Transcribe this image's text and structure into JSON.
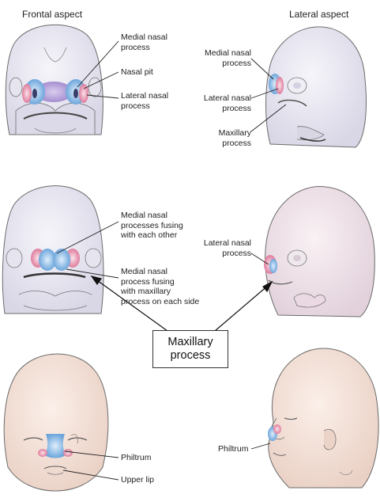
{
  "headers": {
    "frontal": "Frontal aspect",
    "lateral": "Lateral aspect"
  },
  "labels": {
    "r1_medial_nasal": "Medial nasal\nprocess",
    "r1_nasal_pit": "Nasal pit",
    "r1_lateral_nasal": "Lateral nasal\nprocess",
    "r1_lat_medial_nasal": "Medial nasal\nprocess",
    "r1_lat_lateral_nasal": "Lateral nasal\nprocess",
    "r1_lat_maxillary": "Maxillary\nprocess",
    "r2_medial_fusing": "Medial nasal\nprocesses fusing\nwith each other",
    "r2_medial_maxillary": "Medial nasal\nprocess fusing\nwith maxillary\nprocess on each side",
    "r2_lat_lateral_nasal": "Lateral nasal\nprocess",
    "callout": "Maxillary\nprocess",
    "r3_philtrum": "Philtrum",
    "r3_upper_lip": "Upper lip",
    "r3_lat_philtrum": "Philtrum"
  },
  "colors": {
    "lavender": "#e8e6f1",
    "lavender_pink": "#eee5ec",
    "skin": "#f3e2da",
    "blue_process": "#7fb4e3",
    "pink_process": "#e58aa6",
    "purple_process": "#a88fd0",
    "outline": "#6b6b6b"
  }
}
